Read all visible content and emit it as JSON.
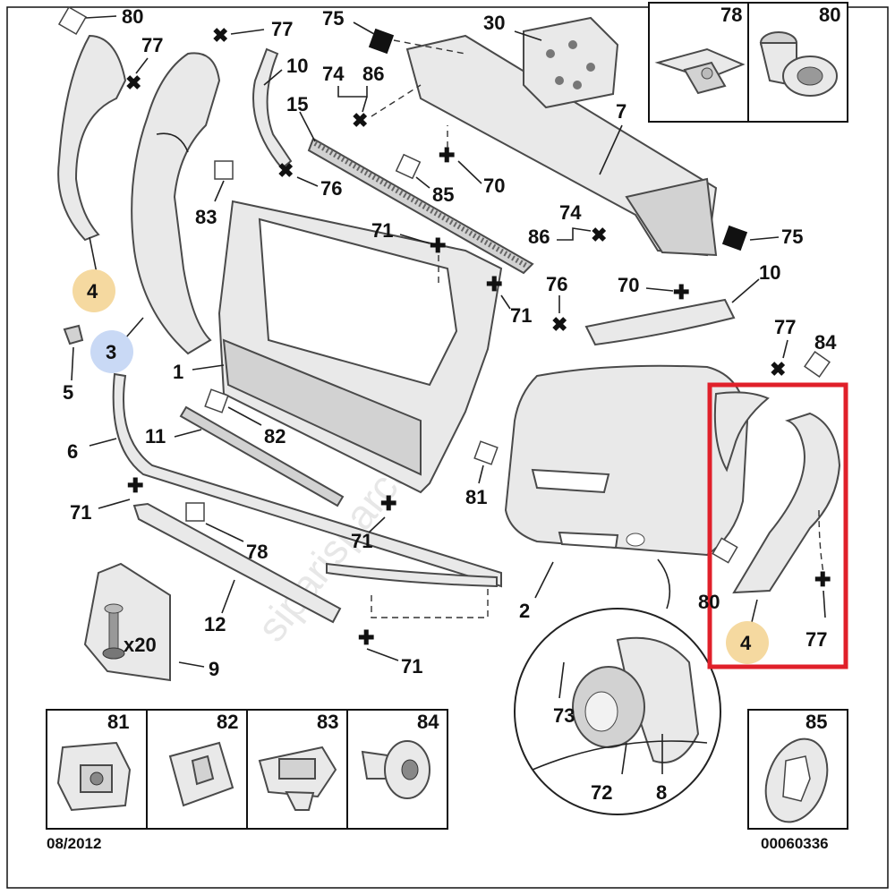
{
  "callouts": {
    "c80a": "80",
    "c77a": "77",
    "c75": "75",
    "c30": "30",
    "c10a": "10",
    "c74a": "74",
    "c86a": "86",
    "c15": "15",
    "c7": "7",
    "c83": "83",
    "c76a": "76",
    "c85": "85",
    "c70a": "70",
    "c71a": "71",
    "c74b": "74",
    "c86b": "86",
    "c75b": "75",
    "c4a": "4",
    "c3": "3",
    "c5": "5",
    "c1": "1",
    "c71b": "71",
    "c76b": "76",
    "c70b": "70",
    "c10b": "10",
    "c77b": "77",
    "c84": "84",
    "c6": "6",
    "c11": "11",
    "c82": "82",
    "c81": "81",
    "c71c": "71",
    "c71d": "71",
    "c78": "78",
    "c2": "2",
    "c12": "12",
    "c80b": "80",
    "c4b": "4",
    "c77c": "77",
    "c9": "9",
    "c71e": "71",
    "c73": "73",
    "c72": "72",
    "c8": "8",
    "x20": "x20"
  },
  "insets_top": [
    {
      "label": "78",
      "icon": "bracket-clip-icon"
    },
    {
      "label": "80",
      "icon": "rivet-nut-icon"
    }
  ],
  "insets_bottom": [
    {
      "label": "81",
      "icon": "square-nut-clip-icon"
    },
    {
      "label": "82",
      "icon": "push-nut-icon"
    },
    {
      "label": "83",
      "icon": "cage-nut-icon"
    },
    {
      "label": "84",
      "icon": "push-rivet-icon"
    }
  ],
  "inset_85": {
    "label": "85",
    "icon": "star-lock-washer-icon"
  },
  "footer": {
    "date": "08/2012",
    "ref": "00060336"
  },
  "watermark": "siparisparca.com",
  "colors": {
    "highlight_box": "#e0202a",
    "badge_4": "#f5d9a0",
    "badge_3": "#c9d9f5"
  }
}
